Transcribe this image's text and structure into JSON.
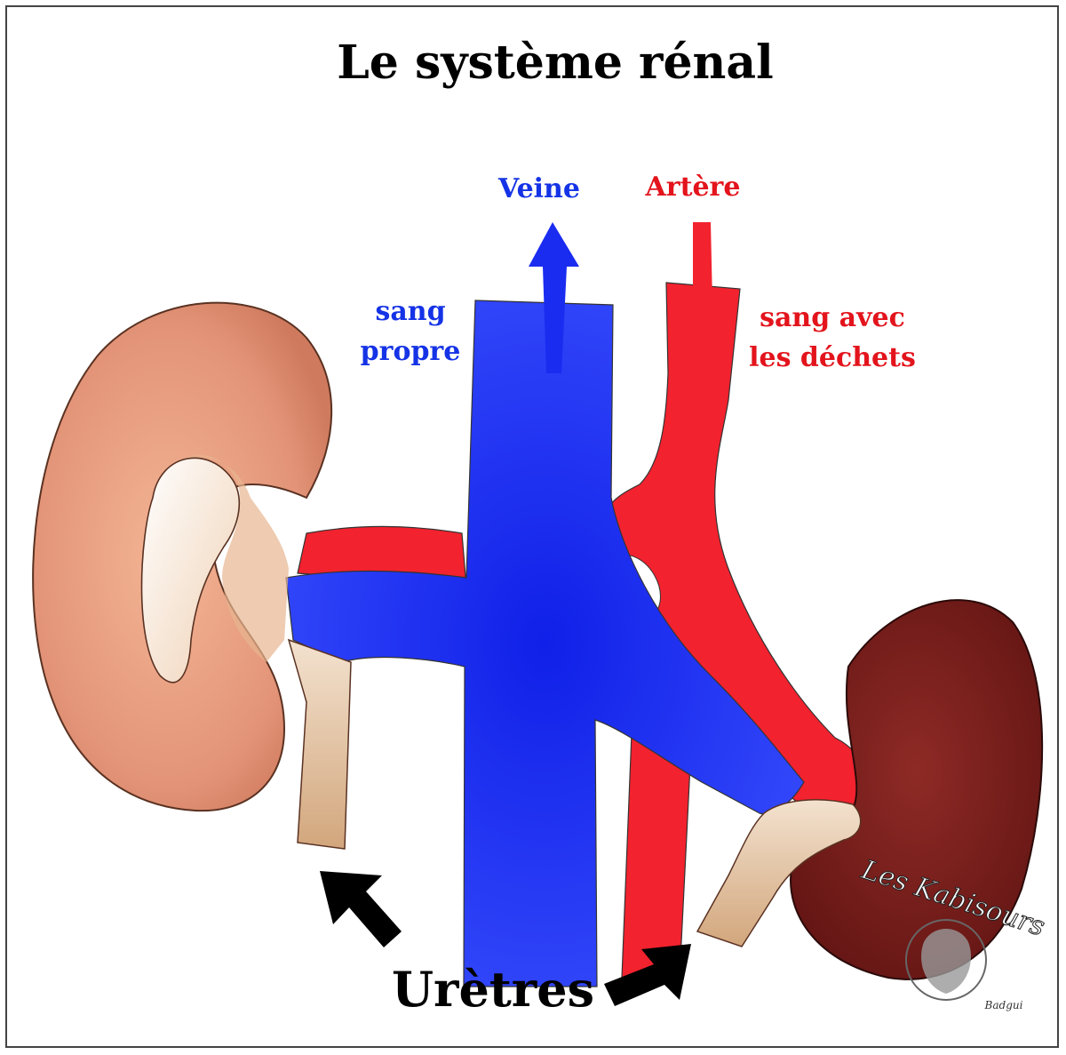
{
  "title": "Le système rénal",
  "labels": {
    "veine": "Veine",
    "artere": "Artère",
    "sang_propre_1": "sang",
    "sang_propre_2": "propre",
    "sang_dechets_1": "sang avec",
    "sang_dechets_2": "les déchets",
    "uretres": "Urètres"
  },
  "logo": {
    "text": "Les Kabisours",
    "signature": "Badgui"
  },
  "colors": {
    "vein": "#1a2cf0",
    "artery": "#f2222e",
    "kidney_left": "#e89a7a",
    "kidney_right": "#7a1e1c",
    "ureter": "#d9b48c",
    "vein_text": "#1533e6",
    "artery_text": "#e3141c"
  }
}
